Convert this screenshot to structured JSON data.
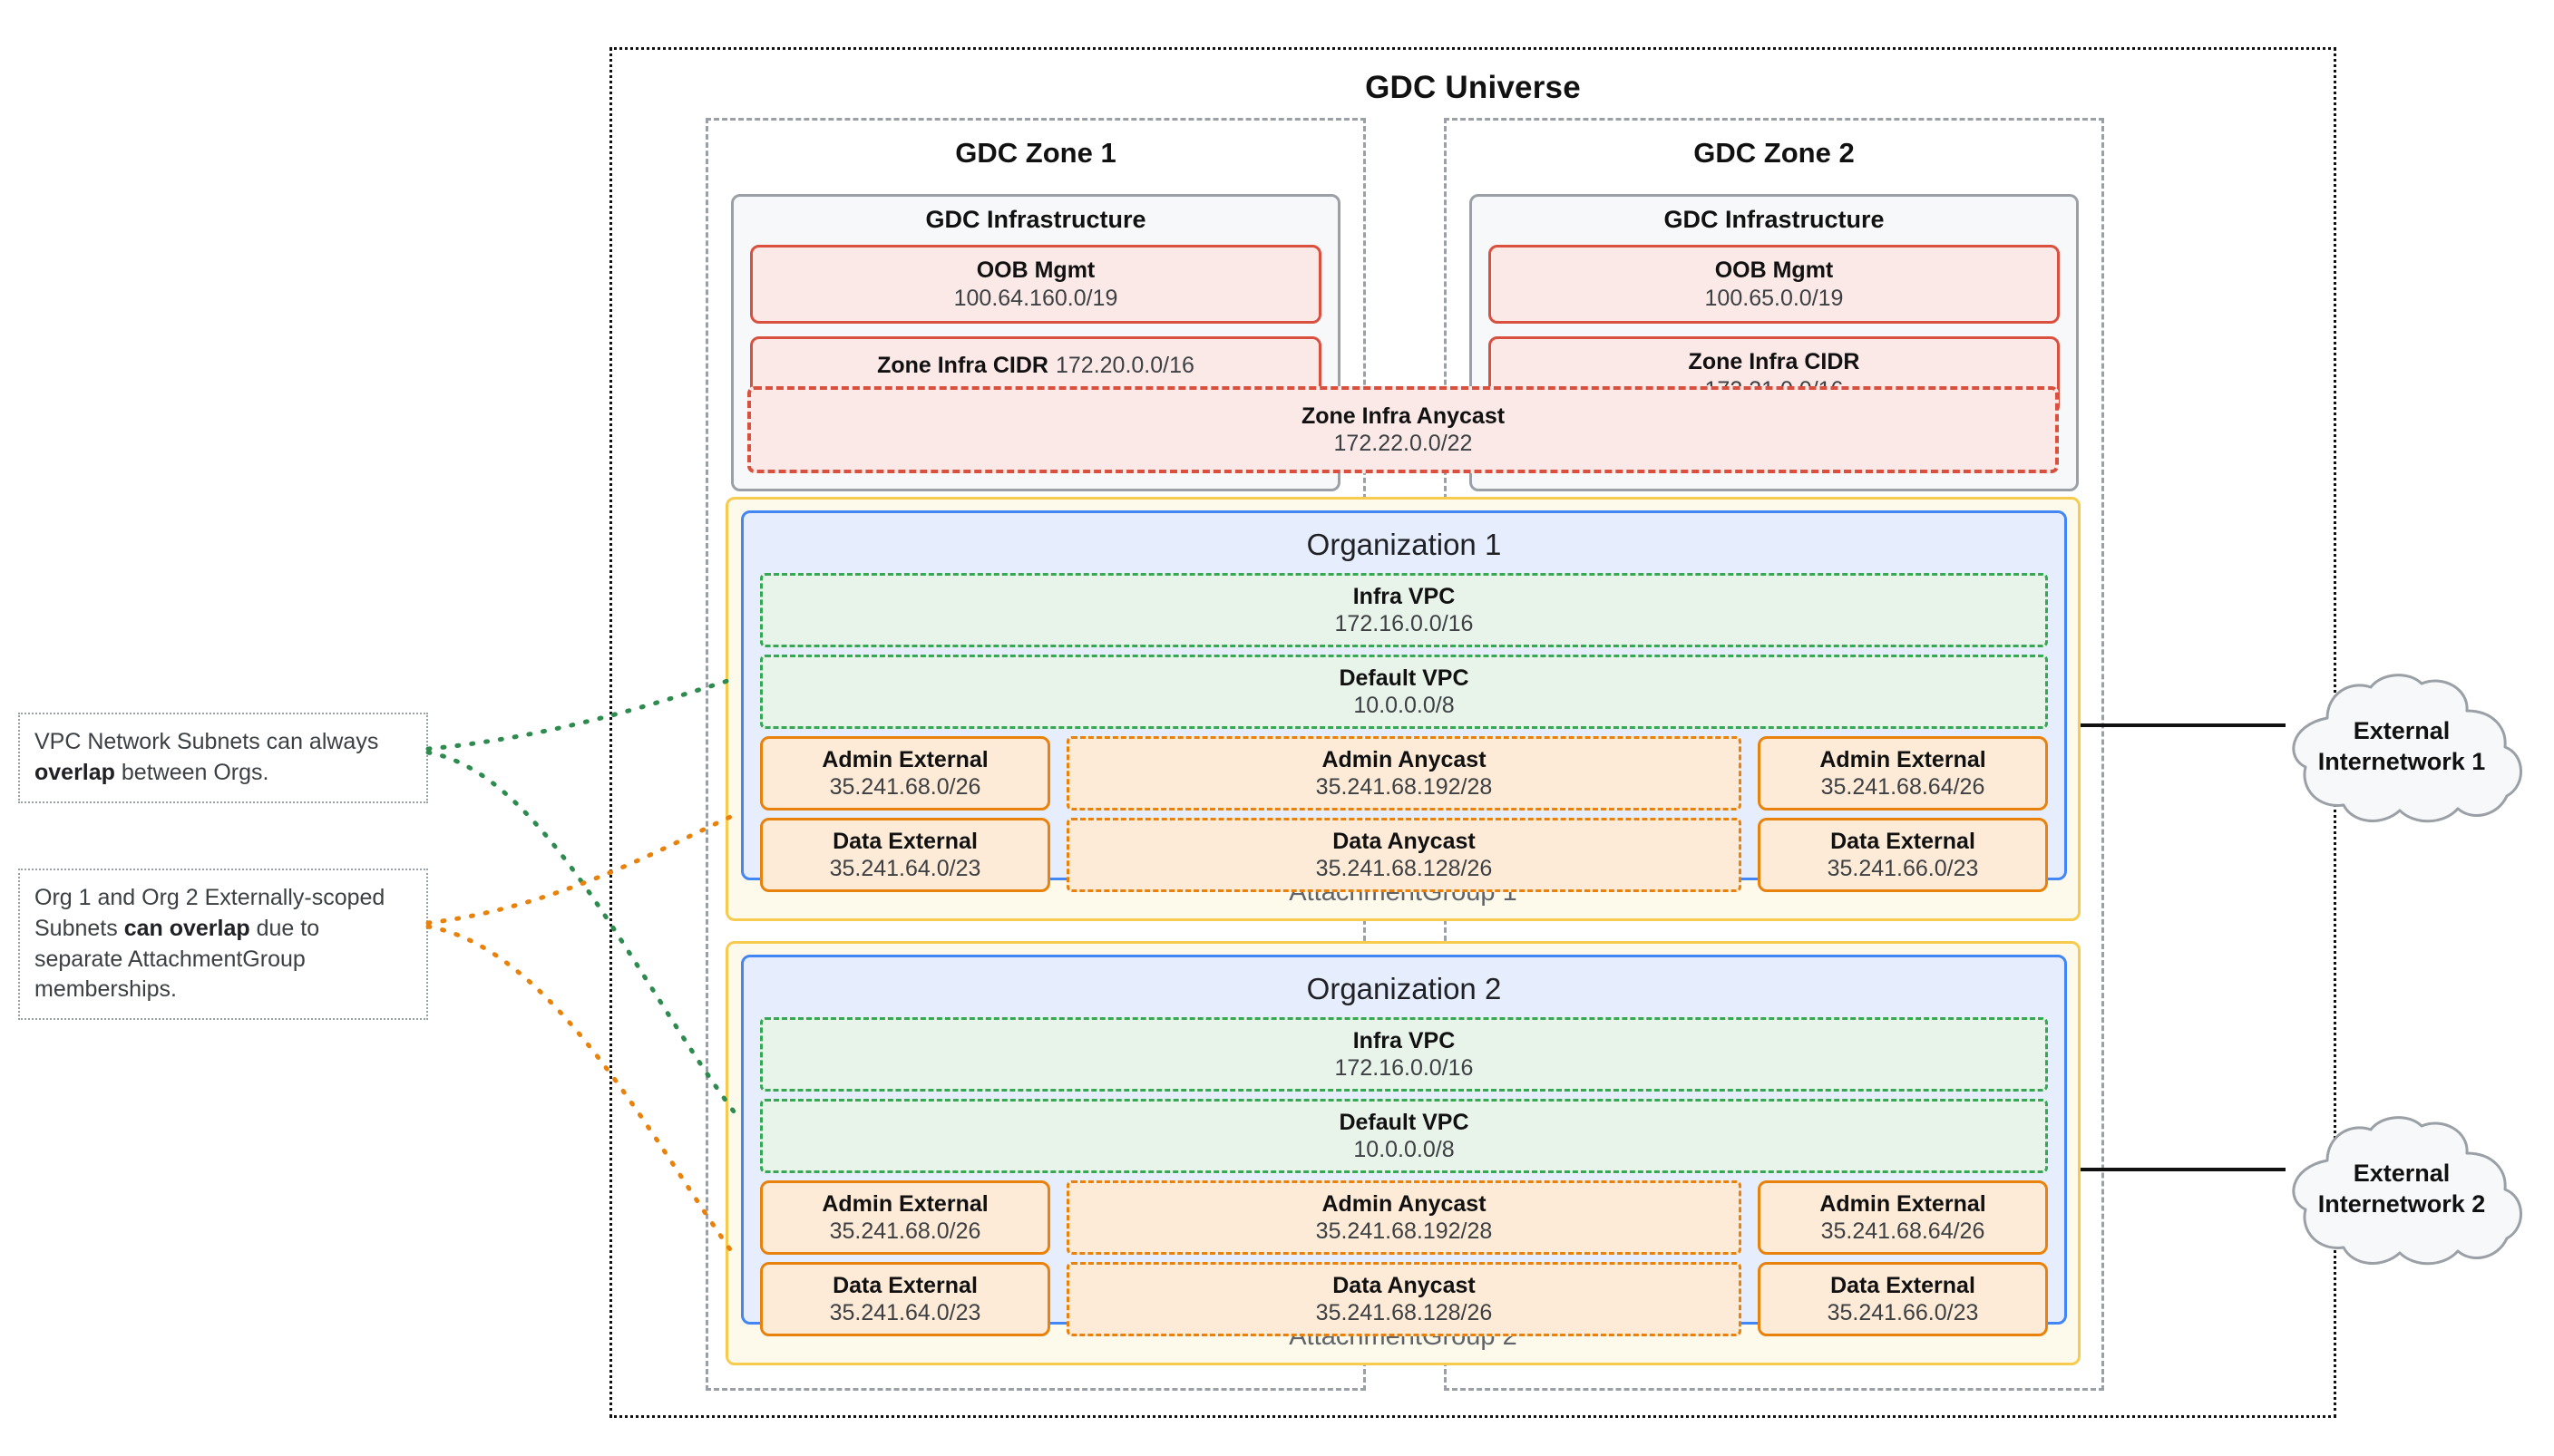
{
  "universe": {
    "title": "GDC Universe"
  },
  "zones": [
    {
      "title": "GDC Zone 1",
      "infra_title": "GDC Infrastructure",
      "oob": {
        "name": "OOB Mgmt",
        "cidr": "100.64.160.0/19"
      },
      "zone_cidr": {
        "name": "Zone Infra CIDR",
        "cidr": "172.20.0.0/16"
      }
    },
    {
      "title": "GDC Zone 2",
      "infra_title": "GDC Infrastructure",
      "oob": {
        "name": "OOB Mgmt",
        "cidr": "100.65.0.0/19"
      },
      "zone_cidr": {
        "name": "Zone Infra CIDR",
        "cidr": "172.21.0.0/16"
      }
    }
  ],
  "anycast_band": {
    "name": "Zone Infra Anycast",
    "cidr": "172.22.0.0/22"
  },
  "attachment_groups": [
    {
      "label": "AttachmentGroup 1",
      "org": {
        "title": "Organization 1",
        "infra_vpc": {
          "name": "Infra VPC",
          "cidr": "172.16.0.0/16"
        },
        "default_vpc": {
          "name": "Default VPC",
          "cidr": "10.0.0.0/8"
        },
        "admin_external_left": {
          "name": "Admin External",
          "cidr": "35.241.68.0/26"
        },
        "admin_anycast": {
          "name": "Admin Anycast",
          "cidr": "35.241.68.192/28"
        },
        "admin_external_right": {
          "name": "Admin External",
          "cidr": "35.241.68.64/26"
        },
        "data_external_left": {
          "name": "Data External",
          "cidr": "35.241.64.0/23"
        },
        "data_anycast": {
          "name": "Data Anycast",
          "cidr": "35.241.68.128/26"
        },
        "data_external_right": {
          "name": "Data External",
          "cidr": "35.241.66.0/23"
        }
      }
    },
    {
      "label": "AttachmentGroup 2",
      "org": {
        "title": "Organization 2",
        "infra_vpc": {
          "name": "Infra VPC",
          "cidr": "172.16.0.0/16"
        },
        "default_vpc": {
          "name": "Default VPC",
          "cidr": "10.0.0.0/8"
        },
        "admin_external_left": {
          "name": "Admin External",
          "cidr": "35.241.68.0/26"
        },
        "admin_anycast": {
          "name": "Admin Anycast",
          "cidr": "35.241.68.192/28"
        },
        "admin_external_right": {
          "name": "Admin External",
          "cidr": "35.241.68.64/26"
        },
        "data_external_left": {
          "name": "Data External",
          "cidr": "35.241.64.0/23"
        },
        "data_anycast": {
          "name": "Data Anycast",
          "cidr": "35.241.68.128/26"
        },
        "data_external_right": {
          "name": "Data External",
          "cidr": "35.241.66.0/23"
        }
      }
    }
  ],
  "notes": [
    {
      "text_before": "VPC Network Subnets can always ",
      "emphasis": "overlap",
      "text_after": " between Orgs."
    },
    {
      "text_before": "Org 1 and Org 2 Externally-scoped Subnets ",
      "emphasis": "can overlap",
      "text_after": " due to separate AttachmentGroup memberships."
    }
  ],
  "clouds": [
    {
      "line1": "External",
      "line2": "Internetwork 1"
    },
    {
      "line1": "External",
      "line2": "Internetwork 2"
    }
  ],
  "colors": {
    "universe_border": "#111111",
    "zone_border": "#9aa0a6",
    "infra_border": "#9aa0a6",
    "infra_bg": "#f6f8fa",
    "red": "#d9503f",
    "red_bg": "#fbe9e7",
    "org_border": "#4285f4",
    "org_bg": "#e6edfd",
    "green": "#34a853",
    "green_bg": "#e8f3e9",
    "orange": "#e8820c",
    "orange_bg": "#fdead7",
    "yellow": "#f7cb4d",
    "yellow_bg": "#fdfaeb",
    "note_border": "#9aa0a6"
  }
}
